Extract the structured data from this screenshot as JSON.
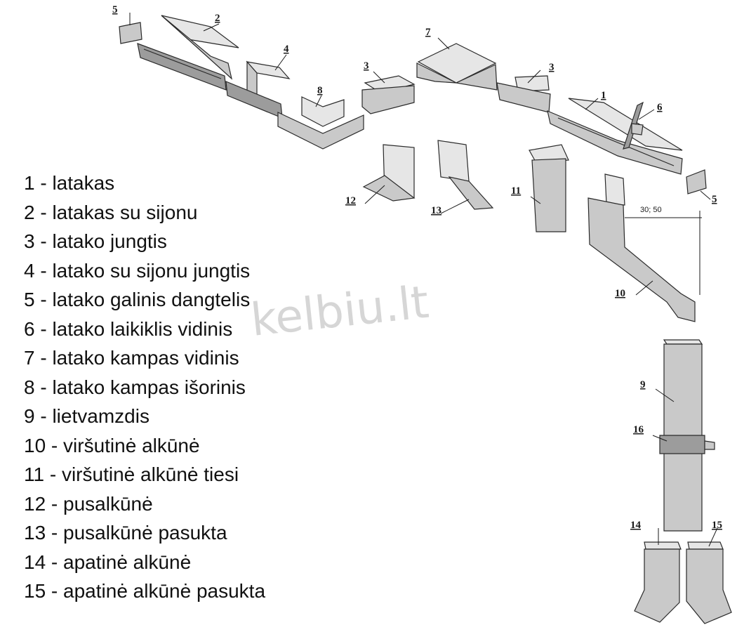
{
  "legend": [
    "1 - latakas",
    "2 - latakas su sijonu",
    "3 - latako  jungtis",
    "4 - latako su sijonu jungtis",
    "5 - latako galinis dangtelis",
    "6 - latako laikiklis vidinis",
    "7 - latako kampas vidinis",
    "8 - latako kampas išorinis",
    "9 - lietvamzdis",
    "10 - viršutinė alkūnė",
    "11 - viršutinė alkūnė tiesi",
    "12 - pusalkūnė",
    "13 - pusalkūnė pasukta",
    "14 - apatinė alkūnė",
    "15 - apatinė alkūnė pasukta"
  ],
  "callouts": {
    "c1": "1",
    "c2": "2",
    "c3a": "3",
    "c3b": "3",
    "c4": "4",
    "c5a": "5",
    "c5b": "5",
    "c6": "6",
    "c7": "7",
    "c8": "8",
    "c9": "9",
    "c10": "10",
    "c11": "11",
    "c12": "12",
    "c13": "13",
    "c14": "14",
    "c15": "15",
    "c16": "16"
  },
  "dimension": "30; 50",
  "watermark": "kelbiu.lt",
  "colors": {
    "part_fill": "#c9c9c9",
    "outline": "#2a2a2a",
    "background": "#ffffff"
  }
}
